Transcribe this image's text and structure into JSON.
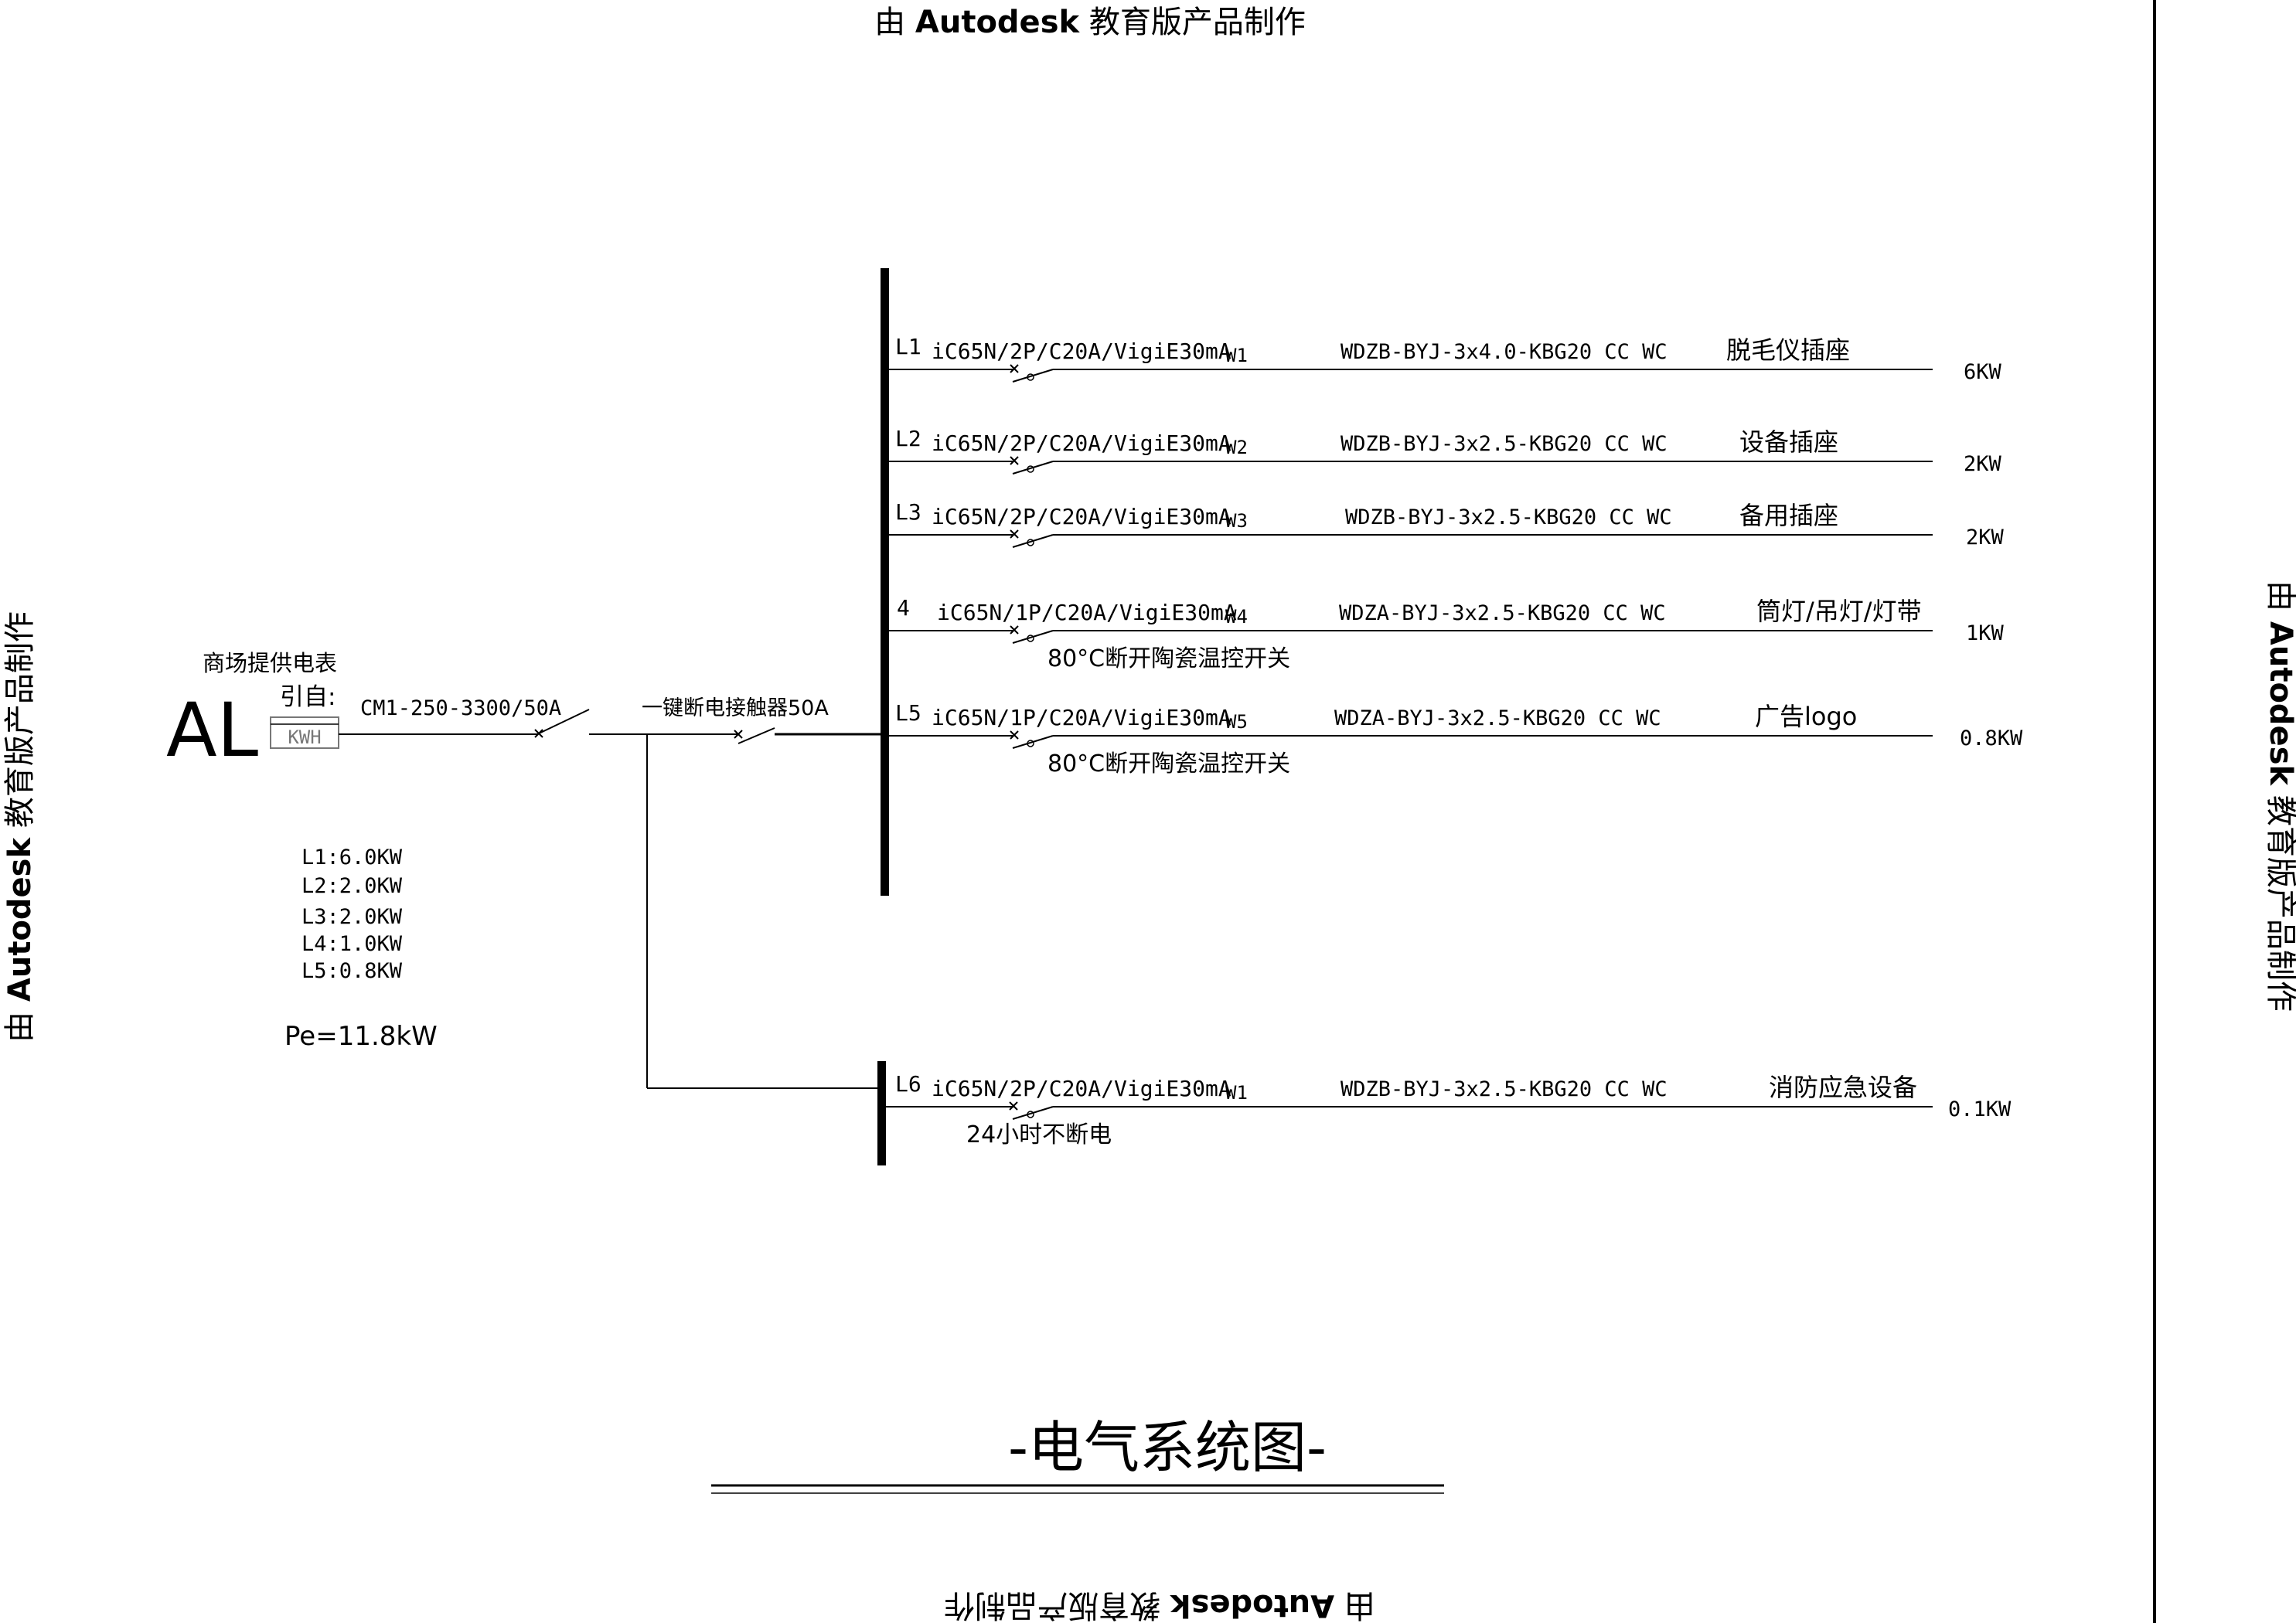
{
  "watermark": {
    "prefix": "由 ",
    "brand": "Autodesk",
    "suffix": " 教育版产品制作"
  },
  "source": {
    "panel_label": "AL",
    "meter_note": "商场提供电表",
    "from_label": "引自:",
    "meter_box": "KWH",
    "main_breaker": "CM1-250-3300/50A",
    "contactor": "一键断电接触器50A"
  },
  "load_summary": {
    "lines": [
      "L1:6.0KW",
      "L2:2.0KW",
      "L3:2.0KW",
      "L4:1.0KW",
      "L5:0.8KW"
    ],
    "total": "Pe=11.8kW"
  },
  "circuits": [
    {
      "id": "L1",
      "breaker": "iC65N/2P/C20A/VigiE30mA",
      "tag": "W1",
      "cable": "WDZB-BYJ-3x4.0-KBG20 CC WC",
      "load": "脱毛仪插座",
      "power": "6KW",
      "note": ""
    },
    {
      "id": "L2",
      "breaker": "iC65N/2P/C20A/VigiE30mA",
      "tag": "W2",
      "cable": "WDZB-BYJ-3x2.5-KBG20 CC WC",
      "load": "设备插座",
      "power": "2KW",
      "note": ""
    },
    {
      "id": "L3",
      "breaker": "iC65N/2P/C20A/VigiE30mA",
      "tag": "W3",
      "cable": "WDZB-BYJ-3x2.5-KBG20 CC WC",
      "load": "备用插座",
      "power": "2KW",
      "note": ""
    },
    {
      "id": "4",
      "breaker": "iC65N/1P/C20A/VigiE30mA",
      "tag": "W4",
      "cable": "WDZA-BYJ-3x2.5-KBG20 CC WC",
      "load": "筒灯/吊灯/灯带",
      "power": "1KW",
      "note": "80°C断开陶瓷温控开关"
    },
    {
      "id": "L5",
      "breaker": "iC65N/1P/C20A/VigiE30mA",
      "tag": "W5",
      "cable": "WDZA-BYJ-3x2.5-KBG20 CC WC",
      "load": "广告logo",
      "power": "0.8KW",
      "note": "80°C断开陶瓷温控开关"
    }
  ],
  "emergency_circuit": {
    "id": "L6",
    "breaker": "iC65N/2P/C20A/VigiE30mA",
    "tag": "W1",
    "cable": "WDZB-BYJ-3x2.5-KBG20 CC WC",
    "load": "消防应急设备",
    "power": "0.1KW",
    "note": "24小时不断电"
  },
  "drawing_title": "-电气系统图-"
}
